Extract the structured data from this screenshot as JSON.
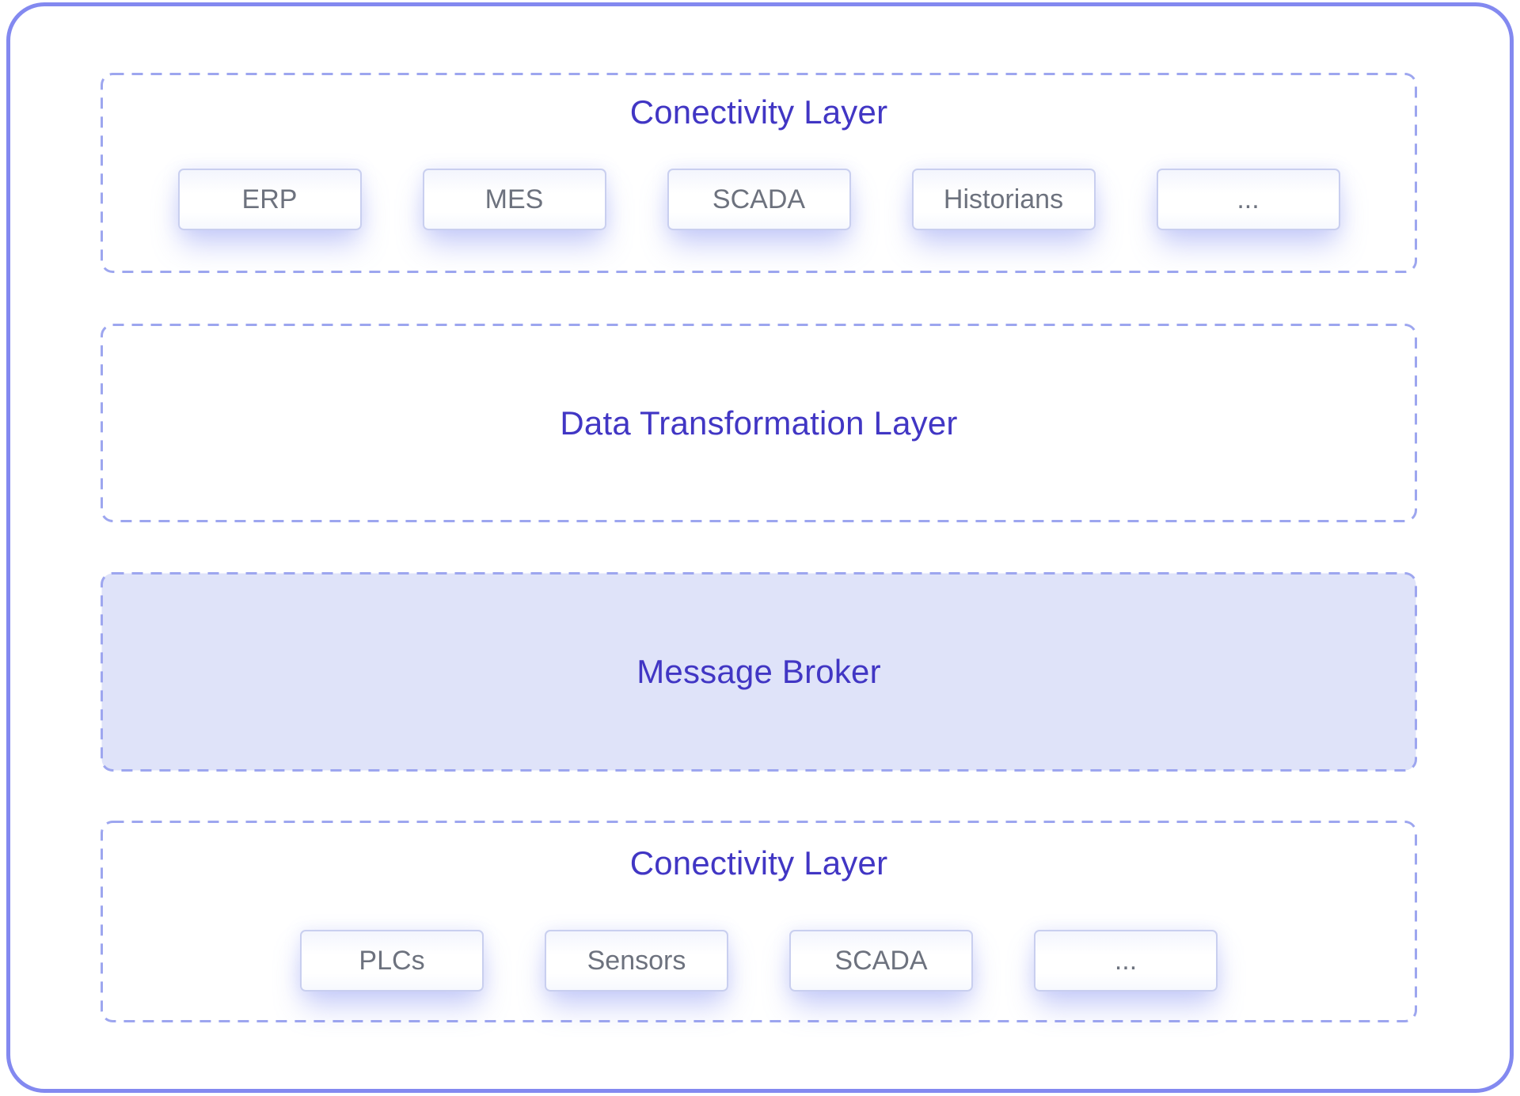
{
  "diagram": {
    "layers": [
      {
        "id": "connectivity-top",
        "title": "Conectivity Layer",
        "items": [
          "ERP",
          "MES",
          "SCADA",
          "Historians",
          "..."
        ]
      },
      {
        "id": "data-transformation",
        "title": "Data Transformation Layer",
        "items": []
      },
      {
        "id": "message-broker",
        "title": "Message Broker",
        "items": [],
        "filled": true
      },
      {
        "id": "connectivity-bottom",
        "title": "Conectivity Layer",
        "items": [
          "PLCs",
          "Sensors",
          "SCADA",
          "..."
        ]
      }
    ]
  },
  "colors": {
    "outer_border": "#8389f0",
    "dashed_border": "#9da6ef",
    "title_text": "#4136c4",
    "component_text": "#6d727e",
    "component_border": "#c9cfef",
    "broker_fill": "#dfe3f9",
    "component_glow": "rgba(137,148,242,0.45)"
  }
}
